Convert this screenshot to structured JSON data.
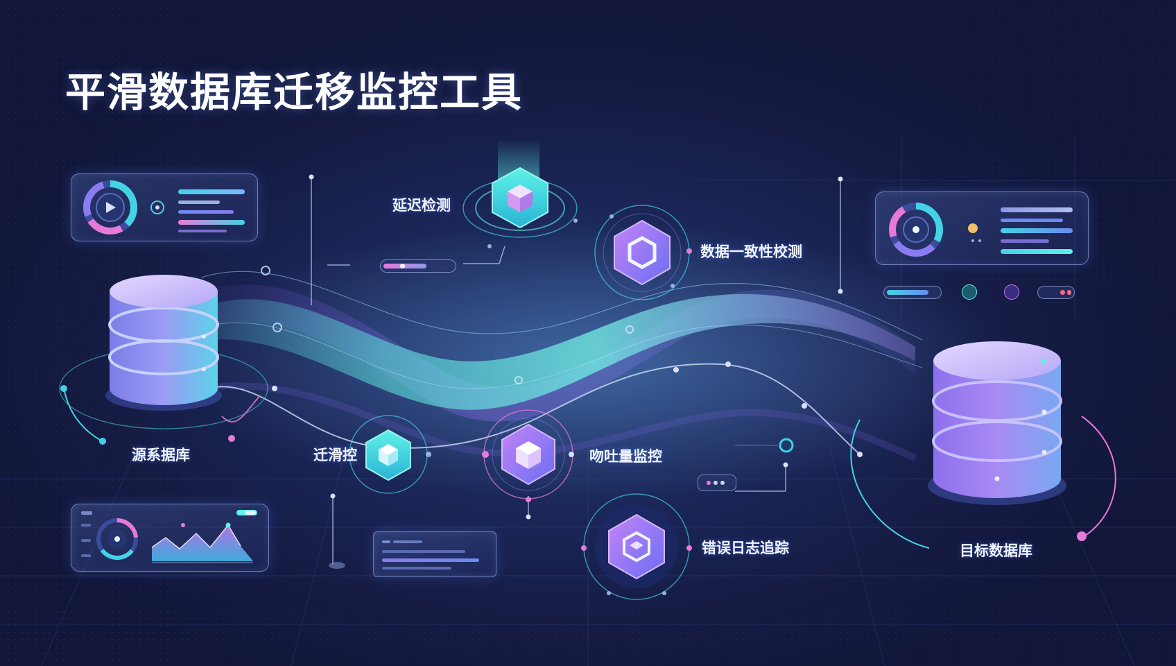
{
  "title": "平滑数据库迁移监控工具",
  "nodes": {
    "source_db": "源系据库",
    "target_db": "目标数据库",
    "latency": "延迟检测",
    "consistency": "数据一致性校测",
    "smooth": "迁滑控",
    "throughput": "吻吐量监控",
    "error_log": "错误日志追踪"
  },
  "colors": {
    "accent_teal": "#3fe0d8",
    "accent_purple": "#b97cf0",
    "accent_pink": "#e77ad8",
    "background": "#151b42"
  },
  "icons": [
    "database-icon",
    "hexagon-cube-icon",
    "hexagon-shield-icon",
    "donut-chart-icon",
    "area-chart-icon",
    "progress-bar-icon"
  ]
}
